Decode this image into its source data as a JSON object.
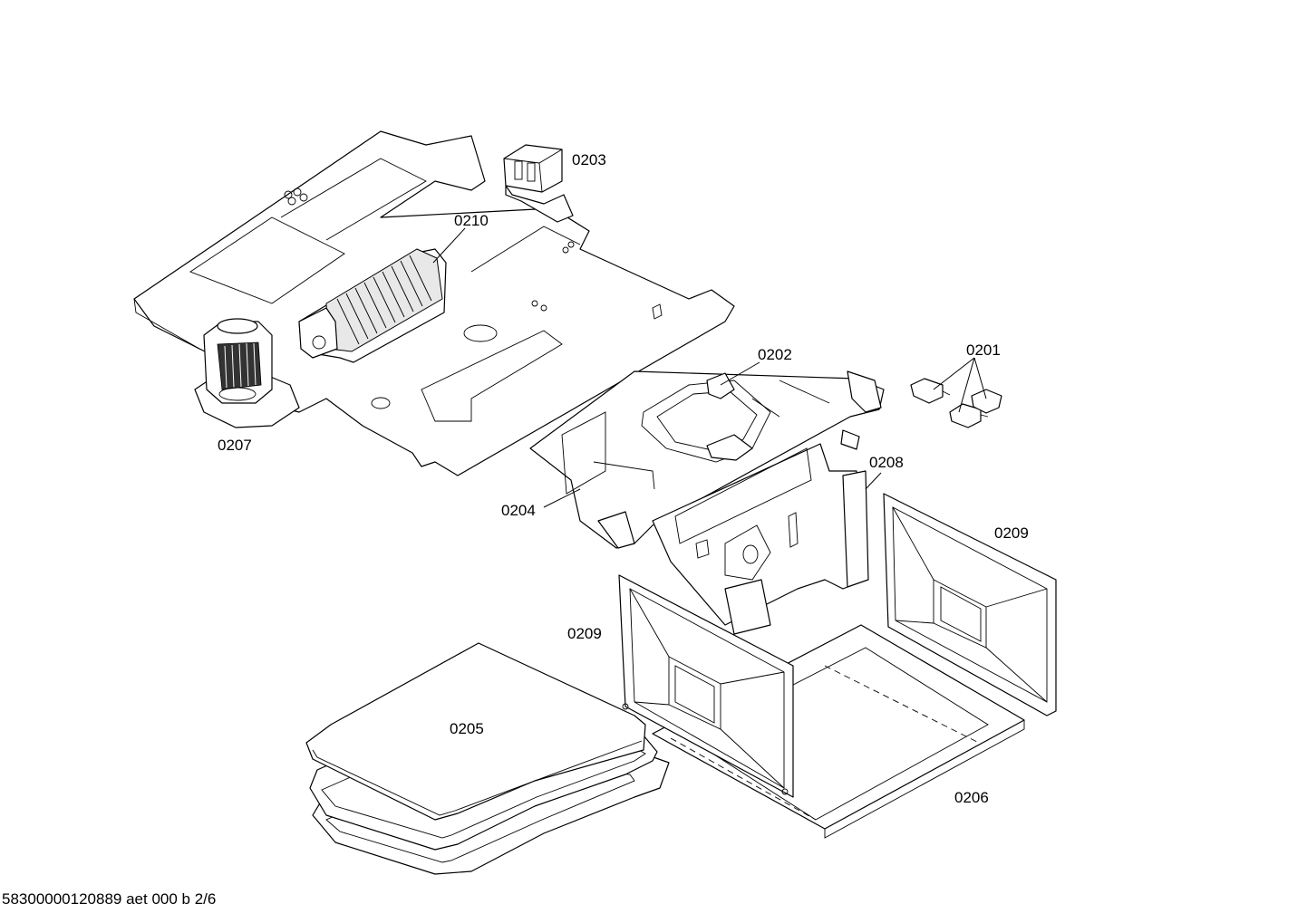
{
  "labels": {
    "p0201": "0201",
    "p0202": "0202",
    "p0203": "0203",
    "p0204": "0204",
    "p0205": "0205",
    "p0206": "0206",
    "p0207": "0207",
    "p0208": "0208",
    "p0209a": "0209",
    "p0209b": "0209",
    "p0210": "0210"
  },
  "footer": {
    "doc_id": "58300000120889 aet 000 b 2/6"
  }
}
